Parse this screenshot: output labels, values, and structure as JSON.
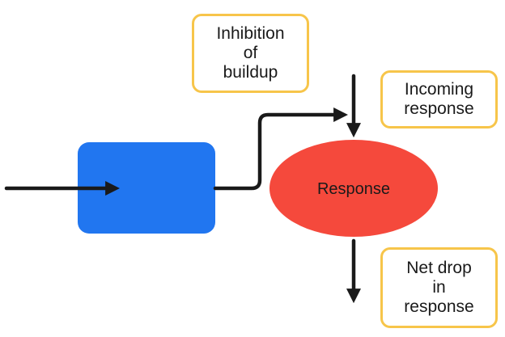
{
  "colors": {
    "process_box": "#2176f0",
    "response_ellipse": "#f5493c",
    "label_border": "#f7c54a",
    "arrow": "#1a1a1a"
  },
  "labels": {
    "inhibition": "Inhibition\nof\nbuildup",
    "incoming": "Incoming\nresponse",
    "response": "Response",
    "net_drop": "Net drop\nin\nresponse"
  }
}
